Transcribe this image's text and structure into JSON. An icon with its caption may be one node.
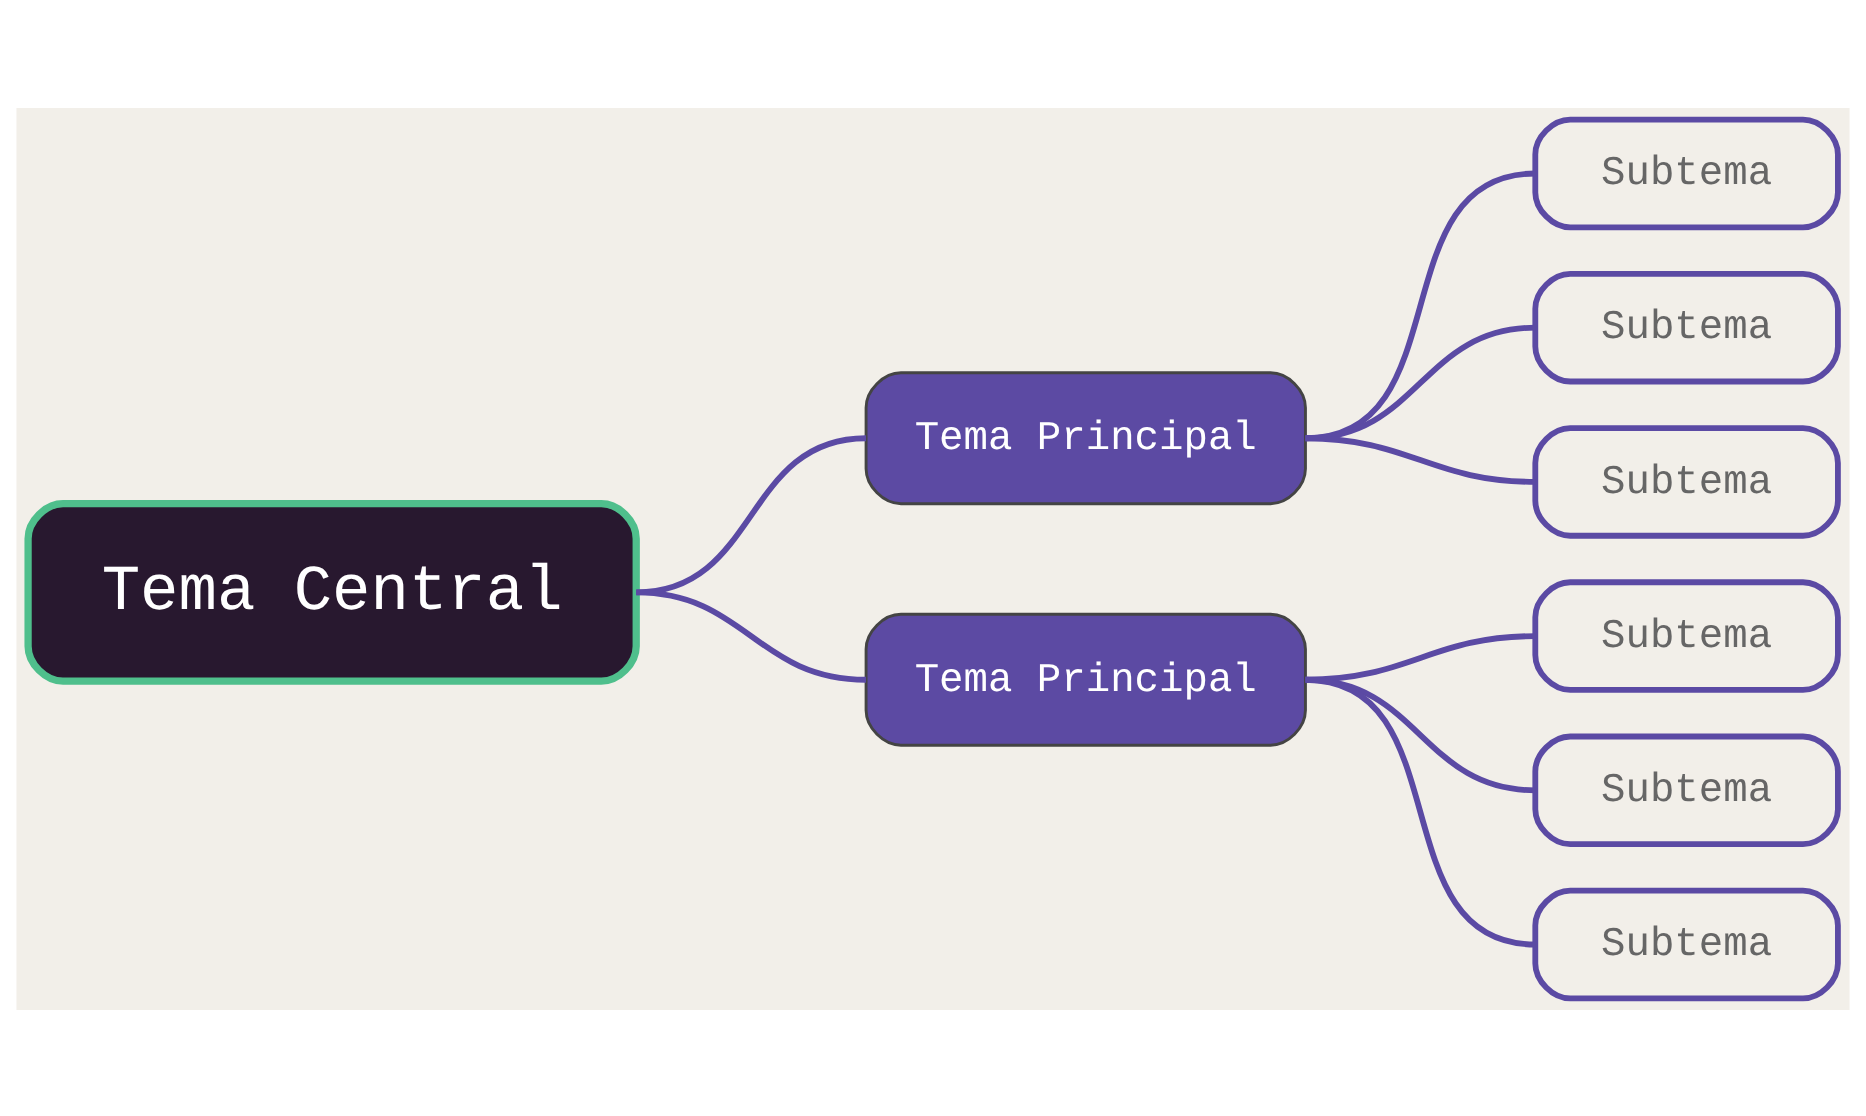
{
  "diagram": {
    "nodes": [
      {
        "text": [
          "Tema Central"
        ]
      },
      {
        "text": [
          "Tema Principal"
        ]
      },
      {
        "text": [
          "Subtema"
        ]
      },
      {
        "text": [
          "Subtema"
        ]
      },
      {
        "text": [
          "Subtema"
        ]
      },
      {
        "text": [
          "Tema Principal"
        ]
      },
      {
        "text": [
          "Subtema"
        ]
      },
      {
        "text": [
          "Subtema"
        ]
      },
      {
        "text": [
          "Subtema"
        ]
      }
    ],
    "edges": [
      {
        "from": 0,
        "to": 1,
        "arrow": "none"
      },
      {
        "from": 0,
        "to": 5,
        "arrow": "none"
      },
      {
        "from": 1,
        "to": 2,
        "arrow": "none"
      },
      {
        "from": 1,
        "to": 3,
        "arrow": "none"
      },
      {
        "from": 1,
        "to": 4,
        "arrow": "none"
      },
      {
        "from": 5,
        "to": 6,
        "arrow": "none"
      },
      {
        "from": 5,
        "to": 7,
        "arrow": "none"
      },
      {
        "from": 5,
        "to": 8,
        "arrow": "none"
      }
    ]
  }
}
